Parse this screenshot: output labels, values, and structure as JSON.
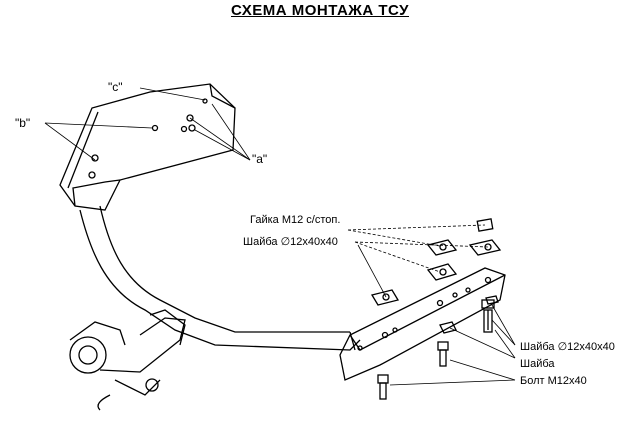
{
  "title": "СХЕМА МОНТАЖА ТСУ",
  "labels": {
    "c": "\"c\"",
    "b": "\"b\"",
    "a": "\"a\"",
    "nut": "Гайка М12 с/стоп.",
    "washer_top": "Шайба ∅12х40х40",
    "washer_right": "Шайба ∅12х40х40",
    "washer": "Шайба",
    "bolt": "Болт М12х40"
  }
}
